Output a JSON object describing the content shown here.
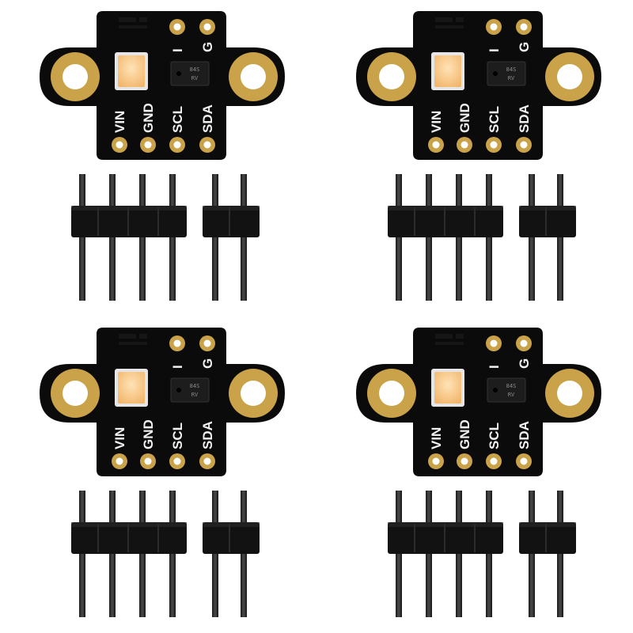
{
  "modules": [
    {
      "pin_labels": [
        "VIN",
        "GND",
        "SCL",
        "SDA"
      ],
      "top_labels": [
        "I",
        "G"
      ],
      "chip_marking": [
        "84S",
        "RV"
      ]
    },
    {
      "pin_labels": [
        "VIN",
        "GND",
        "SCL",
        "SDA"
      ],
      "top_labels": [
        "I",
        "G"
      ],
      "chip_marking": [
        "84S",
        "RV"
      ]
    },
    {
      "pin_labels": [
        "VIN",
        "GND",
        "SCL",
        "SDA"
      ],
      "top_labels": [
        "I",
        "G"
      ],
      "chip_marking": [
        "84S",
        "RV"
      ]
    },
    {
      "pin_labels": [
        "VIN",
        "GND",
        "SCL",
        "SDA"
      ],
      "top_labels": [
        "I",
        "G"
      ],
      "chip_marking": [
        "84S",
        "RV"
      ]
    }
  ],
  "colors": {
    "pcb": "#0b0b0b",
    "gold": "#c9a24a",
    "led": "#f7c98c",
    "header_plastic": "#121212",
    "pin_metal": "#2a2a2a"
  }
}
